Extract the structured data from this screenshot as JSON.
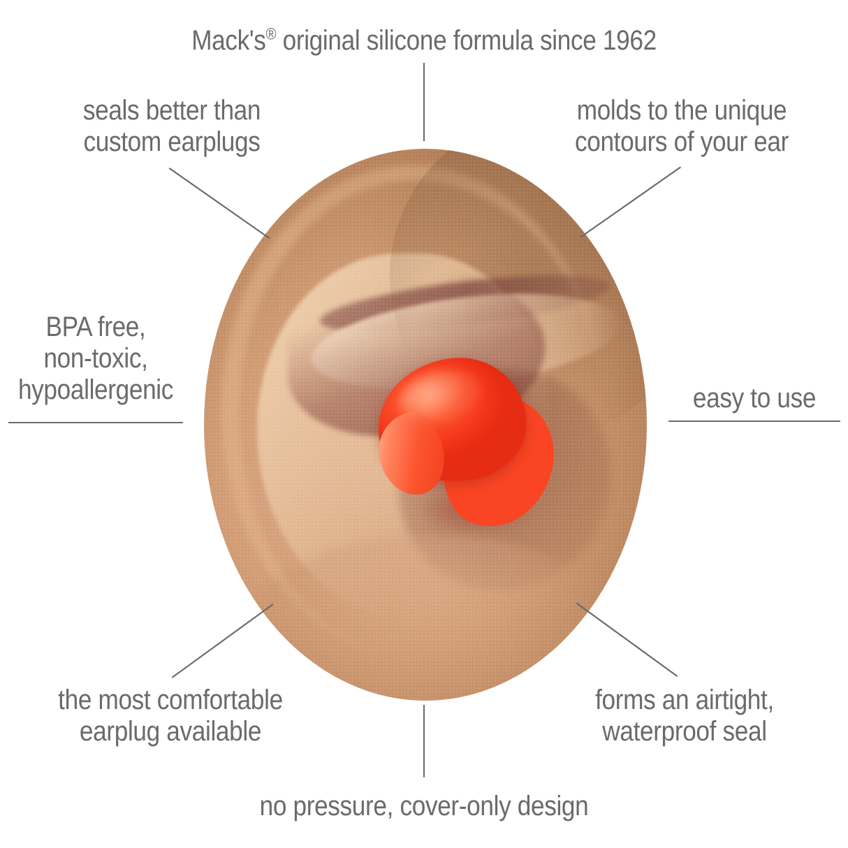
{
  "graphic": {
    "title": "Mack's original silicone earplug feature callouts",
    "subject": "human ear with orange silicone earplug in place",
    "colors": {
      "text": "#6a6a6e",
      "leader_line": "#6a6a6e",
      "background": "#ffffff",
      "earplug": "#f93f21",
      "earplug_highlight": "#ff8760",
      "skin_light": "#e2b494",
      "skin_mid": "#cf9b74",
      "skin_dark": "#a9764f"
    }
  },
  "callouts": {
    "top_center": {
      "label": "headline-since-1962",
      "text_before_mark": "Mack's",
      "trademark": "®",
      "text_after_mark": " original silicone formula since 1962"
    },
    "top_left": {
      "label": "seals-better",
      "line1": "seals better than",
      "line2": "custom earplugs"
    },
    "top_right": {
      "label": "molds-to-contours",
      "line1": "molds to the unique",
      "line2": "contours of your ear"
    },
    "mid_left": {
      "label": "bpa-free",
      "line1": "BPA free,",
      "line2": "non-toxic,",
      "line3": "hypoallergenic"
    },
    "mid_right": {
      "label": "easy-to-use",
      "line1": "easy to use"
    },
    "bottom_left": {
      "label": "most-comfortable",
      "line1": "the most comfortable",
      "line2": "earplug available"
    },
    "bottom_right": {
      "label": "airtight-waterproof",
      "line1": "forms an airtight,",
      "line2": "waterproof seal"
    },
    "bottom_center": {
      "label": "no-pressure",
      "line1": "no pressure, cover-only design"
    }
  },
  "leader_lines": [
    {
      "name": "leader-top-center",
      "type": "vertical",
      "note": "from headline down to top of ear"
    },
    {
      "name": "leader-top-left",
      "type": "diagonal",
      "note": "down-right to upper-left of ear"
    },
    {
      "name": "leader-top-right",
      "type": "diagonal",
      "note": "down-left to upper-right of ear"
    },
    {
      "name": "leader-mid-left",
      "type": "horizontal",
      "note": "underline beneath hypoallergenic"
    },
    {
      "name": "leader-mid-right",
      "type": "horizontal",
      "note": "underline beneath easy to use"
    },
    {
      "name": "leader-bottom-left",
      "type": "diagonal",
      "note": "up-right to lower-left of ear"
    },
    {
      "name": "leader-bottom-right",
      "type": "diagonal",
      "note": "up-left to lower-right of ear"
    },
    {
      "name": "leader-bottom-center",
      "type": "vertical",
      "note": "from bottom of ear down to caption"
    }
  ]
}
